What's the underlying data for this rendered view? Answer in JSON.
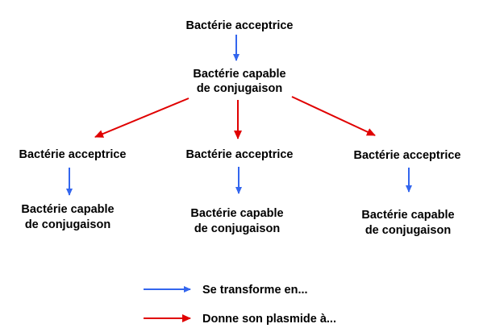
{
  "colors": {
    "transform_arrow": "#3366ee",
    "plasmid_arrow": "#e00000",
    "text": "#000000"
  },
  "nodes": {
    "root_acceptor": {
      "label": "Bactérie acceptrice"
    },
    "root_capable": {
      "line1": "Bactérie capable",
      "line2": "de conjugaison"
    },
    "left_acceptor": {
      "label": "Bactérie acceptrice"
    },
    "left_capable": {
      "line1": "Bactérie capable",
      "line2": "de conjugaison"
    },
    "center_acceptor": {
      "label": "Bactérie acceptrice"
    },
    "center_capable": {
      "line1": "Bactérie capable",
      "line2": "de conjugaison"
    },
    "right_acceptor": {
      "label": "Bactérie acceptrice"
    },
    "right_capable": {
      "line1": "Bactérie capable",
      "line2": "de conjugaison"
    }
  },
  "legend": {
    "transform": {
      "label": "Se transforme en..."
    },
    "plasmid": {
      "label": "Donne son plasmide à..."
    }
  }
}
